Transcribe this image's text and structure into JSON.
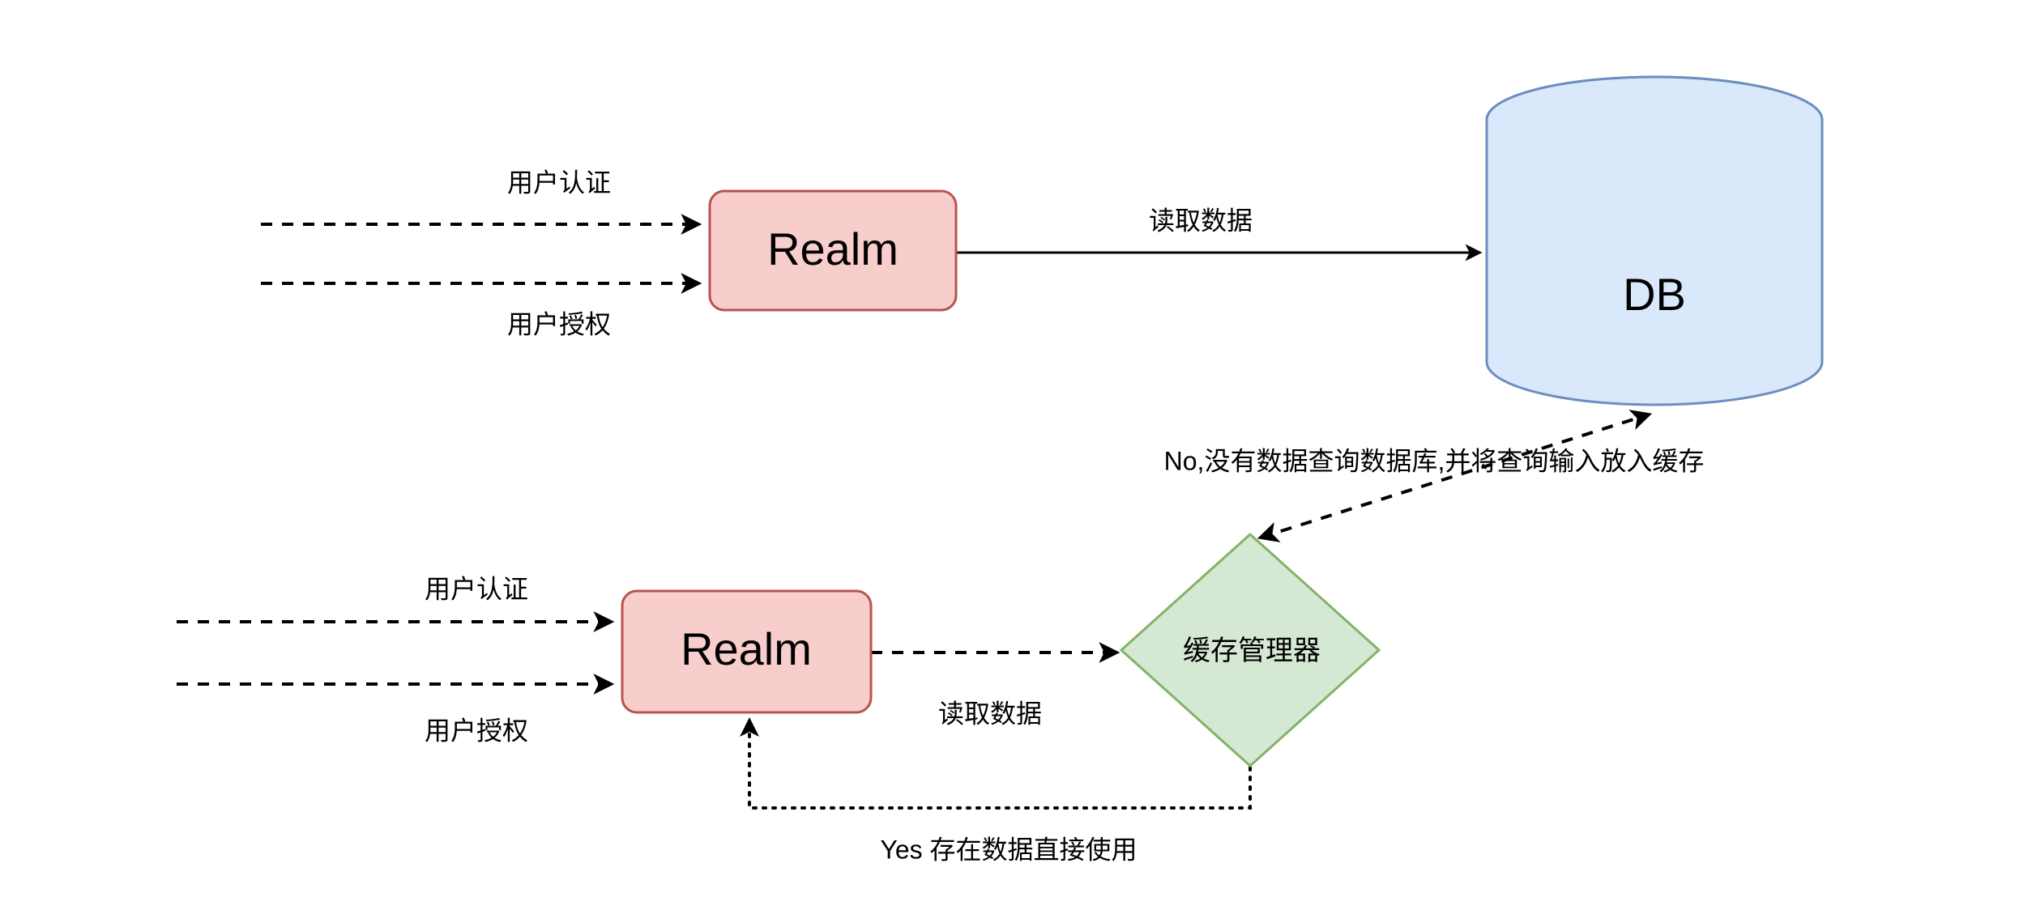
{
  "diagram": {
    "title": "Realm cache flow diagram",
    "background_color": "#ffffff",
    "palette": {
      "realm_fill": "#f8cecc",
      "realm_stroke": "#b85450",
      "db_fill": "#dae8fc",
      "db_stroke": "#6c8ebf",
      "cache_fill": "#d5e8d4",
      "cache_stroke": "#82b366",
      "edge_color": "#000000",
      "text_color": "#000000"
    },
    "top_flow": {
      "realm_label": "Realm",
      "db_label": "DB",
      "in_label_auth": "用户认证",
      "in_label_authz": "用户授权",
      "read_label": "读取数据"
    },
    "bottom_flow": {
      "realm_label": "Realm",
      "cache_label": "缓存管理器",
      "in_label_auth": "用户认证",
      "in_label_authz": "用户授权",
      "read_label": "读取数据",
      "miss_label": "No,没有数据查询数据库,并将查询输入放入缓存",
      "hit_label": "Yes 存在数据直接使用"
    }
  }
}
